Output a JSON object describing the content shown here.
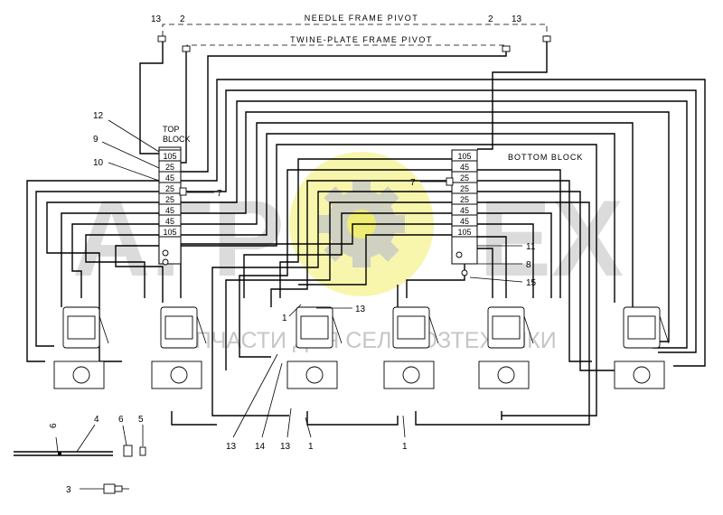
{
  "labels": {
    "needle_frame_pivot": "NEEDLE FRAME PIVOT",
    "twine_plate_frame_pivot": "TWINE-PLATE FRAME PIVOT",
    "top_block": "TOP\nBLOCK",
    "bottom_block": "BOTTOM BLOCK"
  },
  "top_block_cells": [
    "105",
    "25",
    "45",
    "25",
    "25",
    "45",
    "45",
    "105"
  ],
  "bottom_block_cells": [
    "105",
    "45",
    "25",
    "25",
    "25",
    "45",
    "45",
    "105"
  ],
  "callouts": {
    "n13a": "13",
    "n2a": "2",
    "n2b": "2",
    "n13b": "13",
    "n12": "12",
    "n9": "9",
    "n10": "10",
    "n7a": "7",
    "n7b": "7",
    "n11": "11",
    "n8": "8",
    "n15": "15",
    "n1a": "1",
    "n13c": "13",
    "n13d": "13",
    "n14": "14",
    "n13e": "13",
    "n1b": "1",
    "n1c": "1",
    "n6a": "6",
    "n4": "4",
    "n6b": "6",
    "n5": "5",
    "n3": "3"
  },
  "watermark": {
    "letters_left": "АГР",
    "letters_right": "ЕХ",
    "subtitle": "ЗАПЧАСТИ ДЛЯ СЕЛЬХОЗТЕХНИКИ"
  }
}
